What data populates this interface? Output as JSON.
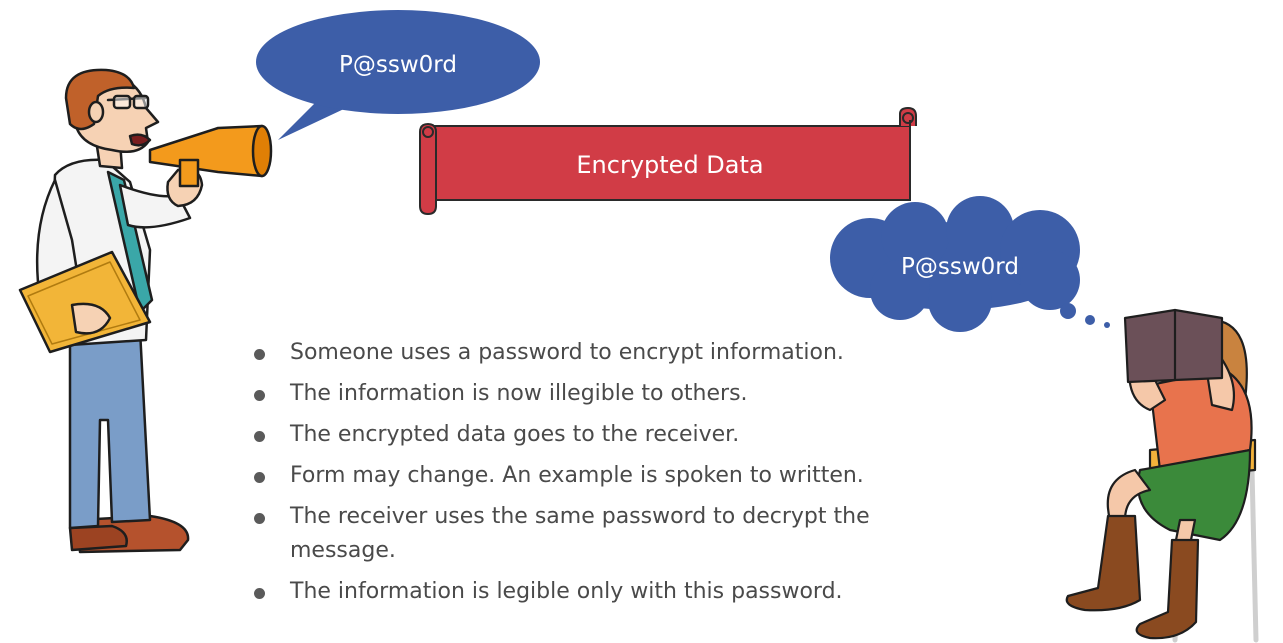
{
  "sender_bubble": {
    "text": "P@ssw0rd",
    "color": "#3d5ea8"
  },
  "banner": {
    "text": "Encrypted Data",
    "color": "#d13c46"
  },
  "receiver_thought": {
    "text": "P@ssw0rd",
    "color": "#3d5ea8"
  },
  "bullets": [
    "Someone uses a password to encrypt information.",
    "The information is now illegible to others.",
    "The encrypted data goes to the receiver.",
    "Form may change. An example is spoken to written.",
    "The receiver uses the same password to decrypt the message.",
    "The information is legible only with this password."
  ],
  "icons": [
    "man-with-megaphone",
    "woman-reading-book"
  ]
}
